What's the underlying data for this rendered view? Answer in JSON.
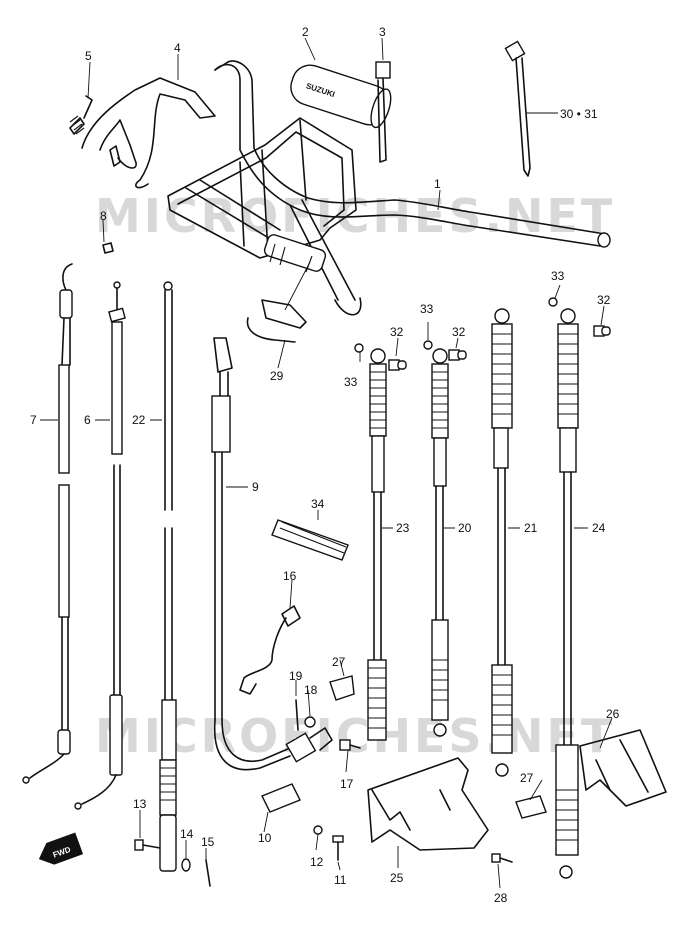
{
  "watermark": "MICROFICHES.NET",
  "grip_brand": "SUZUKI",
  "fwd_label": "FWD",
  "callouts": {
    "c1": "1",
    "c2": "2",
    "c3": "3",
    "c4": "4",
    "c5": "5",
    "c6": "6",
    "c7": "7",
    "c8": "8",
    "c9": "9",
    "c10": "10",
    "c11": "11",
    "c12": "12",
    "c13": "13",
    "c14": "14",
    "c15": "15",
    "c16": "16",
    "c17": "17",
    "c18": "18",
    "c19": "19",
    "c20": "20",
    "c21": "21",
    "c22": "22",
    "c23": "23",
    "c24": "24",
    "c25": "25",
    "c26": "26",
    "c27a": "27",
    "c27b": "27",
    "c28": "28",
    "c29": "29",
    "c3031": "30 • 31",
    "c32a": "32",
    "c32b": "32",
    "c32c": "32",
    "c33a": "33",
    "c33b": "33",
    "c33c": "33",
    "c34": "34"
  }
}
